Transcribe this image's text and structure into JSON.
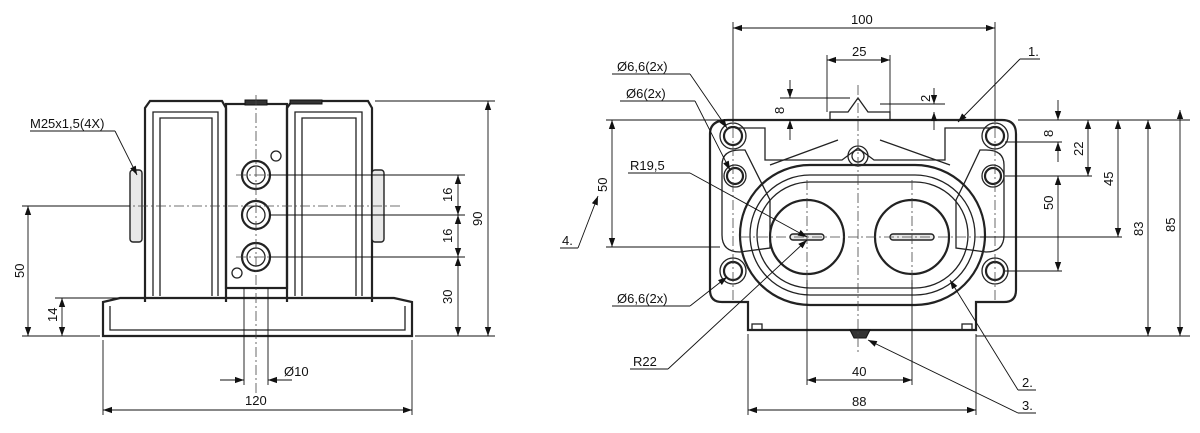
{
  "side_view": {
    "thread_callout": "M25x1,5(4X)",
    "dim_width": "120",
    "dim_hole": "10",
    "dim_height_total": "90",
    "dim_height_50": "50",
    "dim_base_14": "14",
    "dim_pitch_1": "16",
    "dim_pitch_2": "16",
    "dim_bottom_30": "30"
  },
  "front_view": {
    "dim_top_100": "100",
    "dim_25": "25",
    "dim_8_left": "8",
    "dim_2": "2",
    "dim_8_right": "8",
    "dim_22": "22",
    "dim_45": "45",
    "dim_50_right": "50",
    "dim_83": "83",
    "dim_85": "85",
    "dim_50_left": "50",
    "dim_40": "40",
    "dim_88": "88",
    "hole_a": "6,6(2x)",
    "hole_b": "6(2x)",
    "hole_c": "6,6(2x)",
    "radius_small": "R19,5",
    "radius_large": "R22",
    "diameter_symbol": "Ø"
  },
  "callouts": {
    "c1": "1.",
    "c2": "2.",
    "c3": "3.",
    "c4": "4."
  }
}
